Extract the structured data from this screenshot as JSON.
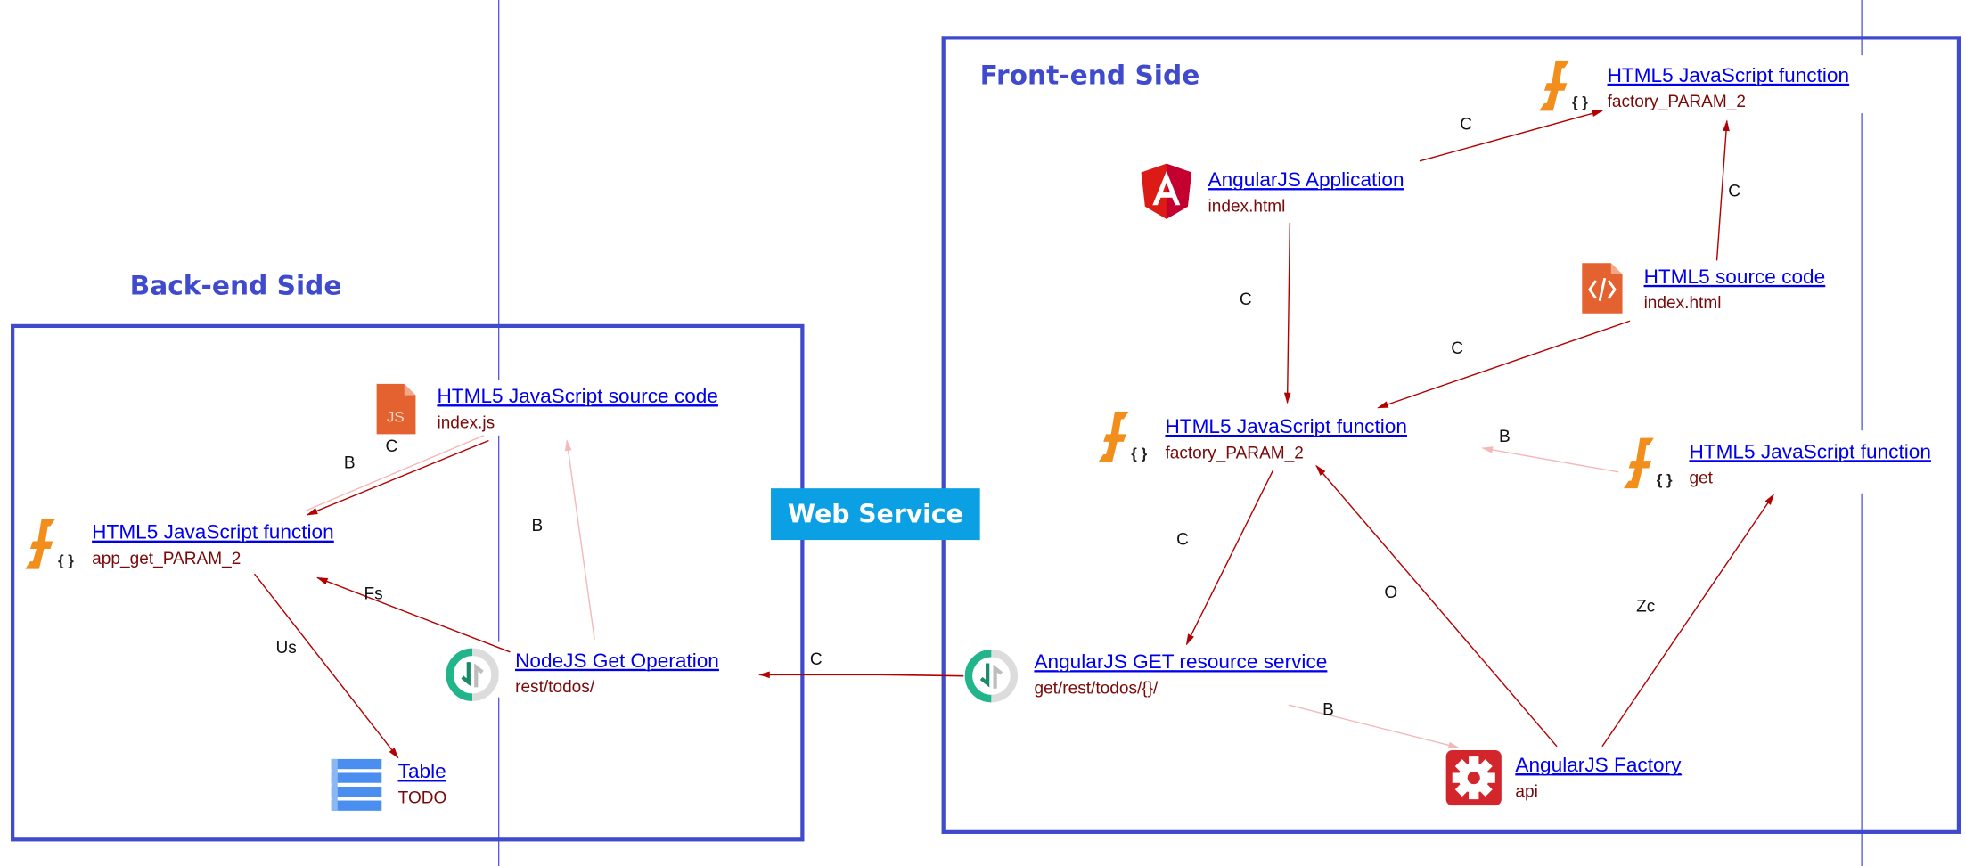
{
  "groups": {
    "backend": {
      "title": "Back-end Side"
    },
    "frontend": {
      "title": "Front-end Side"
    },
    "web_service": {
      "label": "Web Service"
    }
  },
  "colors": {
    "group_border": "#3f4bcc",
    "web_service_bg": "#0ba0e3",
    "edge_strong": "#b30000",
    "edge_weak": "#f4b8b8",
    "link": "#0000ee",
    "sublabel": "#7a0a0a"
  },
  "nodes": {
    "be_source": {
      "label": "HTML5 JavaScript source code",
      "sub": "index.js",
      "icon": "js-file-icon"
    },
    "be_function": {
      "label": "HTML5 JavaScript function",
      "sub": "app_get_PARAM_2",
      "icon": "js-function-icon"
    },
    "be_nodejs_get": {
      "label": "NodeJS Get Operation",
      "sub": "rest/todos/",
      "icon": "operation-icon"
    },
    "be_table": {
      "label": "Table",
      "sub": "TODO",
      "icon": "table-icon"
    },
    "fe_function_top": {
      "label": "HTML5 JavaScript function",
      "sub": "factory_PARAM_2",
      "icon": "js-function-icon"
    },
    "fe_angular_app": {
      "label": "AngularJS Application",
      "sub": "index.html",
      "icon": "angular-icon"
    },
    "fe_html_source": {
      "label": "HTML5 source code",
      "sub": "index.html",
      "icon": "html-file-icon"
    },
    "fe_function_mid": {
      "label": "HTML5 JavaScript function",
      "sub": "factory_PARAM_2",
      "icon": "js-function-icon"
    },
    "fe_function_get": {
      "label": "HTML5 JavaScript function",
      "sub": "get",
      "icon": "js-function-icon"
    },
    "fe_get_resource": {
      "label": "AngularJS GET resource service",
      "sub": "get/rest/todos/{}/",
      "icon": "operation-icon"
    },
    "fe_factory": {
      "label": "AngularJS Factory",
      "sub": "api",
      "icon": "gear-icon"
    }
  },
  "edges": [
    {
      "from": "be_source",
      "to": "be_function",
      "label": "C"
    },
    {
      "from": "be_source",
      "to": "be_function",
      "label": "B"
    },
    {
      "from": "be_nodejs_get",
      "to": "be_source",
      "label": "B"
    },
    {
      "from": "be_nodejs_get",
      "to": "be_function",
      "label": "Fs"
    },
    {
      "from": "be_function",
      "to": "be_table",
      "label": "Us"
    },
    {
      "from": "fe_get_resource",
      "to": "be_nodejs_get",
      "label": "C"
    },
    {
      "from": "fe_angular_app",
      "to": "fe_function_top",
      "label": "C"
    },
    {
      "from": "fe_html_source",
      "to": "fe_function_top",
      "label": "C"
    },
    {
      "from": "fe_angular_app",
      "to": "fe_function_mid",
      "label": "C"
    },
    {
      "from": "fe_html_source",
      "to": "fe_function_mid",
      "label": "C"
    },
    {
      "from": "fe_function_get",
      "to": "fe_function_mid",
      "label": "B"
    },
    {
      "from": "fe_function_mid",
      "to": "fe_get_resource",
      "label": "C"
    },
    {
      "from": "fe_factory",
      "to": "fe_function_mid",
      "label": "O"
    },
    {
      "from": "fe_factory",
      "to": "fe_function_get",
      "label": "Zc"
    },
    {
      "from": "fe_get_resource",
      "to": "fe_factory",
      "label": "B"
    }
  ]
}
